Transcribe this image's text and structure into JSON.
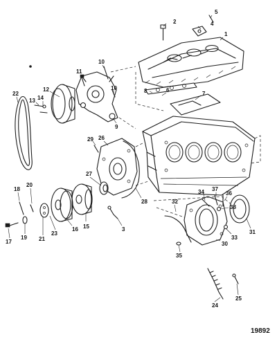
{
  "figure_number": "19892",
  "callouts": [
    {
      "label": "1"
    },
    {
      "label": "2"
    },
    {
      "label": "3"
    },
    {
      "label": "4"
    },
    {
      "label": "5"
    },
    {
      "label": "6"
    },
    {
      "label": "7"
    },
    {
      "label": "8"
    },
    {
      "label": "9"
    },
    {
      "label": "10"
    },
    {
      "label": "10"
    },
    {
      "label": "11"
    },
    {
      "label": "12"
    },
    {
      "label": "13"
    },
    {
      "label": "14"
    },
    {
      "label": "15"
    },
    {
      "label": "16"
    },
    {
      "label": "17"
    },
    {
      "label": "18"
    },
    {
      "label": "19"
    },
    {
      "label": "20"
    },
    {
      "label": "21"
    },
    {
      "label": "22"
    },
    {
      "label": "23"
    },
    {
      "label": "24"
    },
    {
      "label": "25"
    },
    {
      "label": "26"
    },
    {
      "label": "27"
    },
    {
      "label": "28"
    },
    {
      "label": "29"
    },
    {
      "label": "30"
    },
    {
      "label": "31"
    },
    {
      "label": "32"
    },
    {
      "label": "33"
    },
    {
      "label": "34"
    },
    {
      "label": "35"
    },
    {
      "label": "36"
    },
    {
      "label": "37"
    },
    {
      "label": "38"
    }
  ]
}
